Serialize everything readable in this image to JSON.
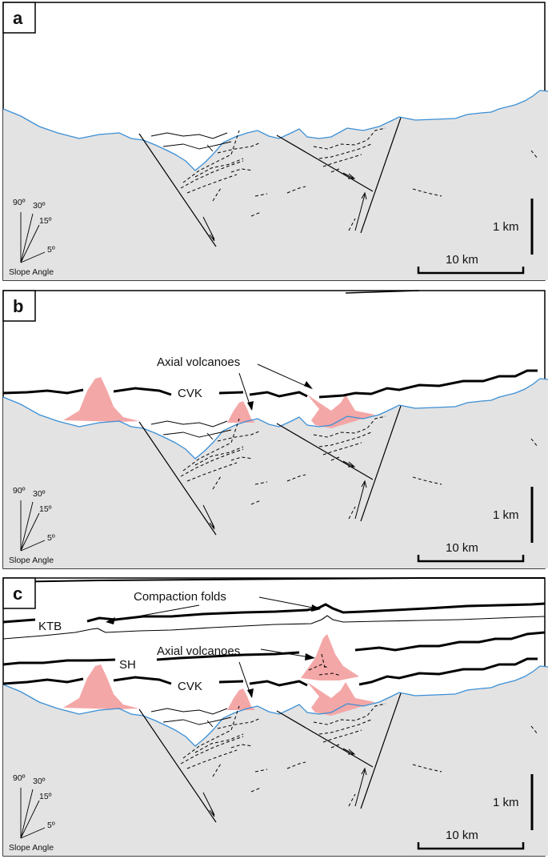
{
  "panels": [
    {
      "letter": "a",
      "scale": {
        "vertical": "1 km",
        "horizontal": "10 km"
      },
      "slope": {
        "title": "Slope Angle",
        "a90": "90º",
        "a30": "30º",
        "a15": "15º",
        "a5": "5º"
      }
    },
    {
      "letter": "b",
      "labels": {
        "axial": "Axial volcanoes",
        "cvk": "CVK"
      },
      "scale": {
        "vertical": "1 km",
        "horizontal": "10 km"
      },
      "slope": {
        "title": "Slope Angle",
        "a90": "90º",
        "a30": "30º",
        "a15": "15º",
        "a5": "5º"
      }
    },
    {
      "letter": "c",
      "labels": {
        "compaction": "Compaction folds",
        "ktb": "KTB",
        "sh": "SH",
        "axial": "Axial volcanoes",
        "cvk": "CVK"
      },
      "scale": {
        "vertical": "1 km",
        "horizontal": "10 km"
      },
      "slope": {
        "title": "Slope Angle",
        "a90": "90º",
        "a30": "30º",
        "a15": "15º",
        "a5": "5º"
      }
    }
  ],
  "colors": {
    "basement_fill": "#e3e3e3",
    "seafloor_line": "#3a8fd6",
    "volcano_fill": "#f4a7a7",
    "horizon_line": "#000000"
  }
}
